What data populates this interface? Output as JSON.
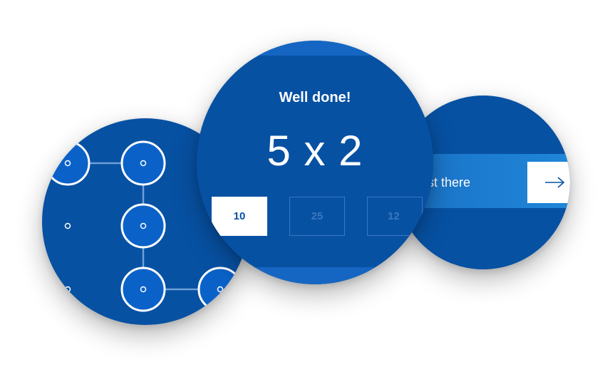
{
  "pattern_lock": {
    "icon": "unlock-pattern"
  },
  "quiz": {
    "title": "Well done!",
    "question": "5 x 2",
    "answers": [
      {
        "label": "10",
        "state": "selected"
      },
      {
        "label": "25",
        "state": "unselected"
      },
      {
        "label": "12",
        "state": "unselected"
      }
    ]
  },
  "progress": {
    "label": "Almost there",
    "next_icon": "arrow-right-icon"
  },
  "colors": {
    "primary": "#0751a3",
    "band": "#1566c2",
    "highlight": "#1f86d8",
    "white": "#ffffff"
  }
}
